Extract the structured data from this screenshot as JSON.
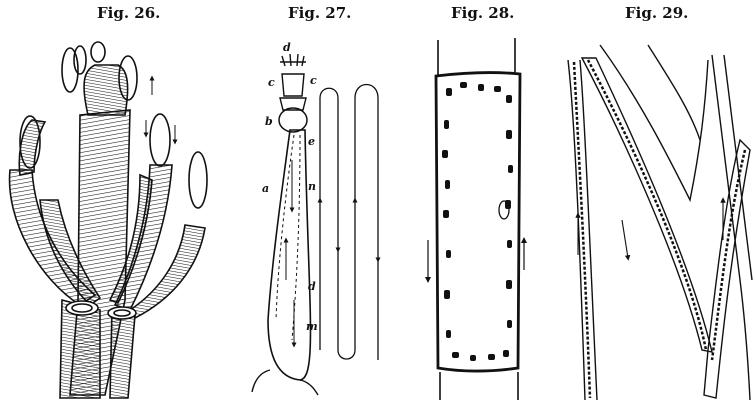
{
  "figures": [
    {
      "label": "Fig. 26."
    },
    {
      "label": "Fig. 27.",
      "letters": [
        "d",
        "c",
        "c",
        "b",
        "e",
        "a",
        "n",
        "d",
        "m"
      ]
    },
    {
      "label": "Fig. 28."
    },
    {
      "label": "Fig. 29."
    }
  ],
  "colors": {
    "ink": "#111111",
    "paper": "#ffffff"
  }
}
